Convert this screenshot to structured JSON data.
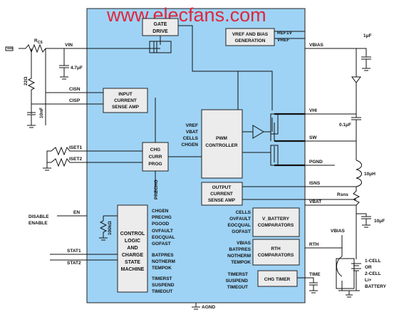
{
  "watermark": "www.elecfans.com",
  "blocks": {
    "gate_drive": [
      "GATE",
      "DRIVE"
    ],
    "vref_bias": [
      "VREF AND BIAS",
      "GENERATION"
    ],
    "input_csa": [
      "INPUT",
      "CURRENT",
      "SENSE AMP"
    ],
    "pwm": [
      "PWM",
      "CONTROLLER"
    ],
    "chg_curr": [
      "CHG",
      "CURR",
      "PROG"
    ],
    "output_csa": [
      "OUTPUT",
      "CURRENT",
      "SENSE AMP"
    ],
    "control": [
      "CONTROL",
      "LOGIC",
      "AND",
      "CHARGE",
      "STATE",
      "MACHINE"
    ],
    "vbat_comp": [
      "V_BATTERY",
      "COMPARATORS"
    ],
    "rth_comp": [
      "RTH",
      "COMPARATORS"
    ],
    "chg_timer": "CHG TIMER"
  },
  "pins": {
    "vin": "VIN",
    "cisn": "CISN",
    "cisp": "CISP",
    "iset1": "ISET1",
    "iset2": "ISET2",
    "en": "EN",
    "stat1": "STAT1",
    "stat2": "STAT2",
    "vbias": "VBIAS",
    "vhi": "VHI",
    "sw": "SW",
    "pgnd": "PGND",
    "isns": "ISNS",
    "vbat": "VBAT",
    "rth": "RTH",
    "time": "TIME",
    "agnd": "AGND"
  },
  "signals": {
    "ref1v": "REF1V",
    "vref_out": "VREF",
    "pwm_inputs": [
      "VREF",
      "VBAT",
      "CELLS",
      "CHGEN"
    ],
    "prechg": "PRECHG",
    "control_inputs": [
      "CHGEN",
      "PRECHG",
      "PGOOD",
      "OVFAULT",
      "EOCQUAL",
      "GOFAST",
      "BATPRES",
      "NOTHERM",
      "TEMPOK",
      "TIMERST",
      "SUSPEND",
      "TIMEOUT"
    ],
    "vbat_comp_outputs": [
      "CELLS",
      "OVFAULT",
      "EOCQUAL",
      "GOFAST"
    ],
    "rth_comp_outputs": [
      "VBIAS",
      "BATPRES",
      "NOTHERM",
      "TEMPOK"
    ],
    "timer_signals": [
      "TIMERST",
      "SUSPEND",
      "TIMEOUT"
    ]
  },
  "external": {
    "rcs": "R",
    "rcs_sub": "CS",
    "c_vin": "4.7μF",
    "r_22": "22Ω",
    "c_10nf": "10nF",
    "r_enable": "100kΩ",
    "disable_enable": [
      "DISABLE",
      "ENABLE"
    ],
    "c_vbias": "1μF",
    "c_boot": "0.1μF",
    "inductor": "10μH",
    "rsns": "Rsns",
    "c_out": "10μF",
    "vbias_label": "VBIAS",
    "battery": [
      "1-CELL",
      "OR",
      "2-CELL",
      "Li+",
      "BATTERY"
    ]
  },
  "colors": {
    "chip": "#9ed3f5",
    "block": "#ececec",
    "watermark": "#e0263b"
  }
}
